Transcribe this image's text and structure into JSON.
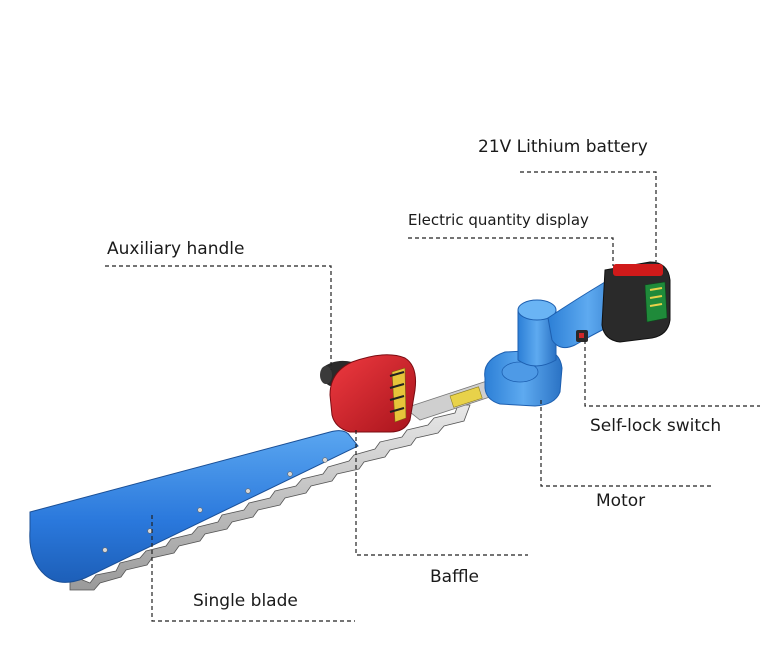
{
  "labels": {
    "battery": "21V Lithium battery",
    "electric_display": "Electric quantity display",
    "aux_handle": "Auxiliary handle",
    "self_lock": "Self-lock switch",
    "motor": "Motor",
    "baffle": "Baffle",
    "single_blade": "Single blade"
  },
  "colors": {
    "blade_blue": "#2f7fe0",
    "body_blue": "#3a8fe0",
    "baffle_red": "#d0202a",
    "battery_green": "#1f8a3a",
    "battery_red": "#d01a1a",
    "leader_line": "#222222"
  }
}
